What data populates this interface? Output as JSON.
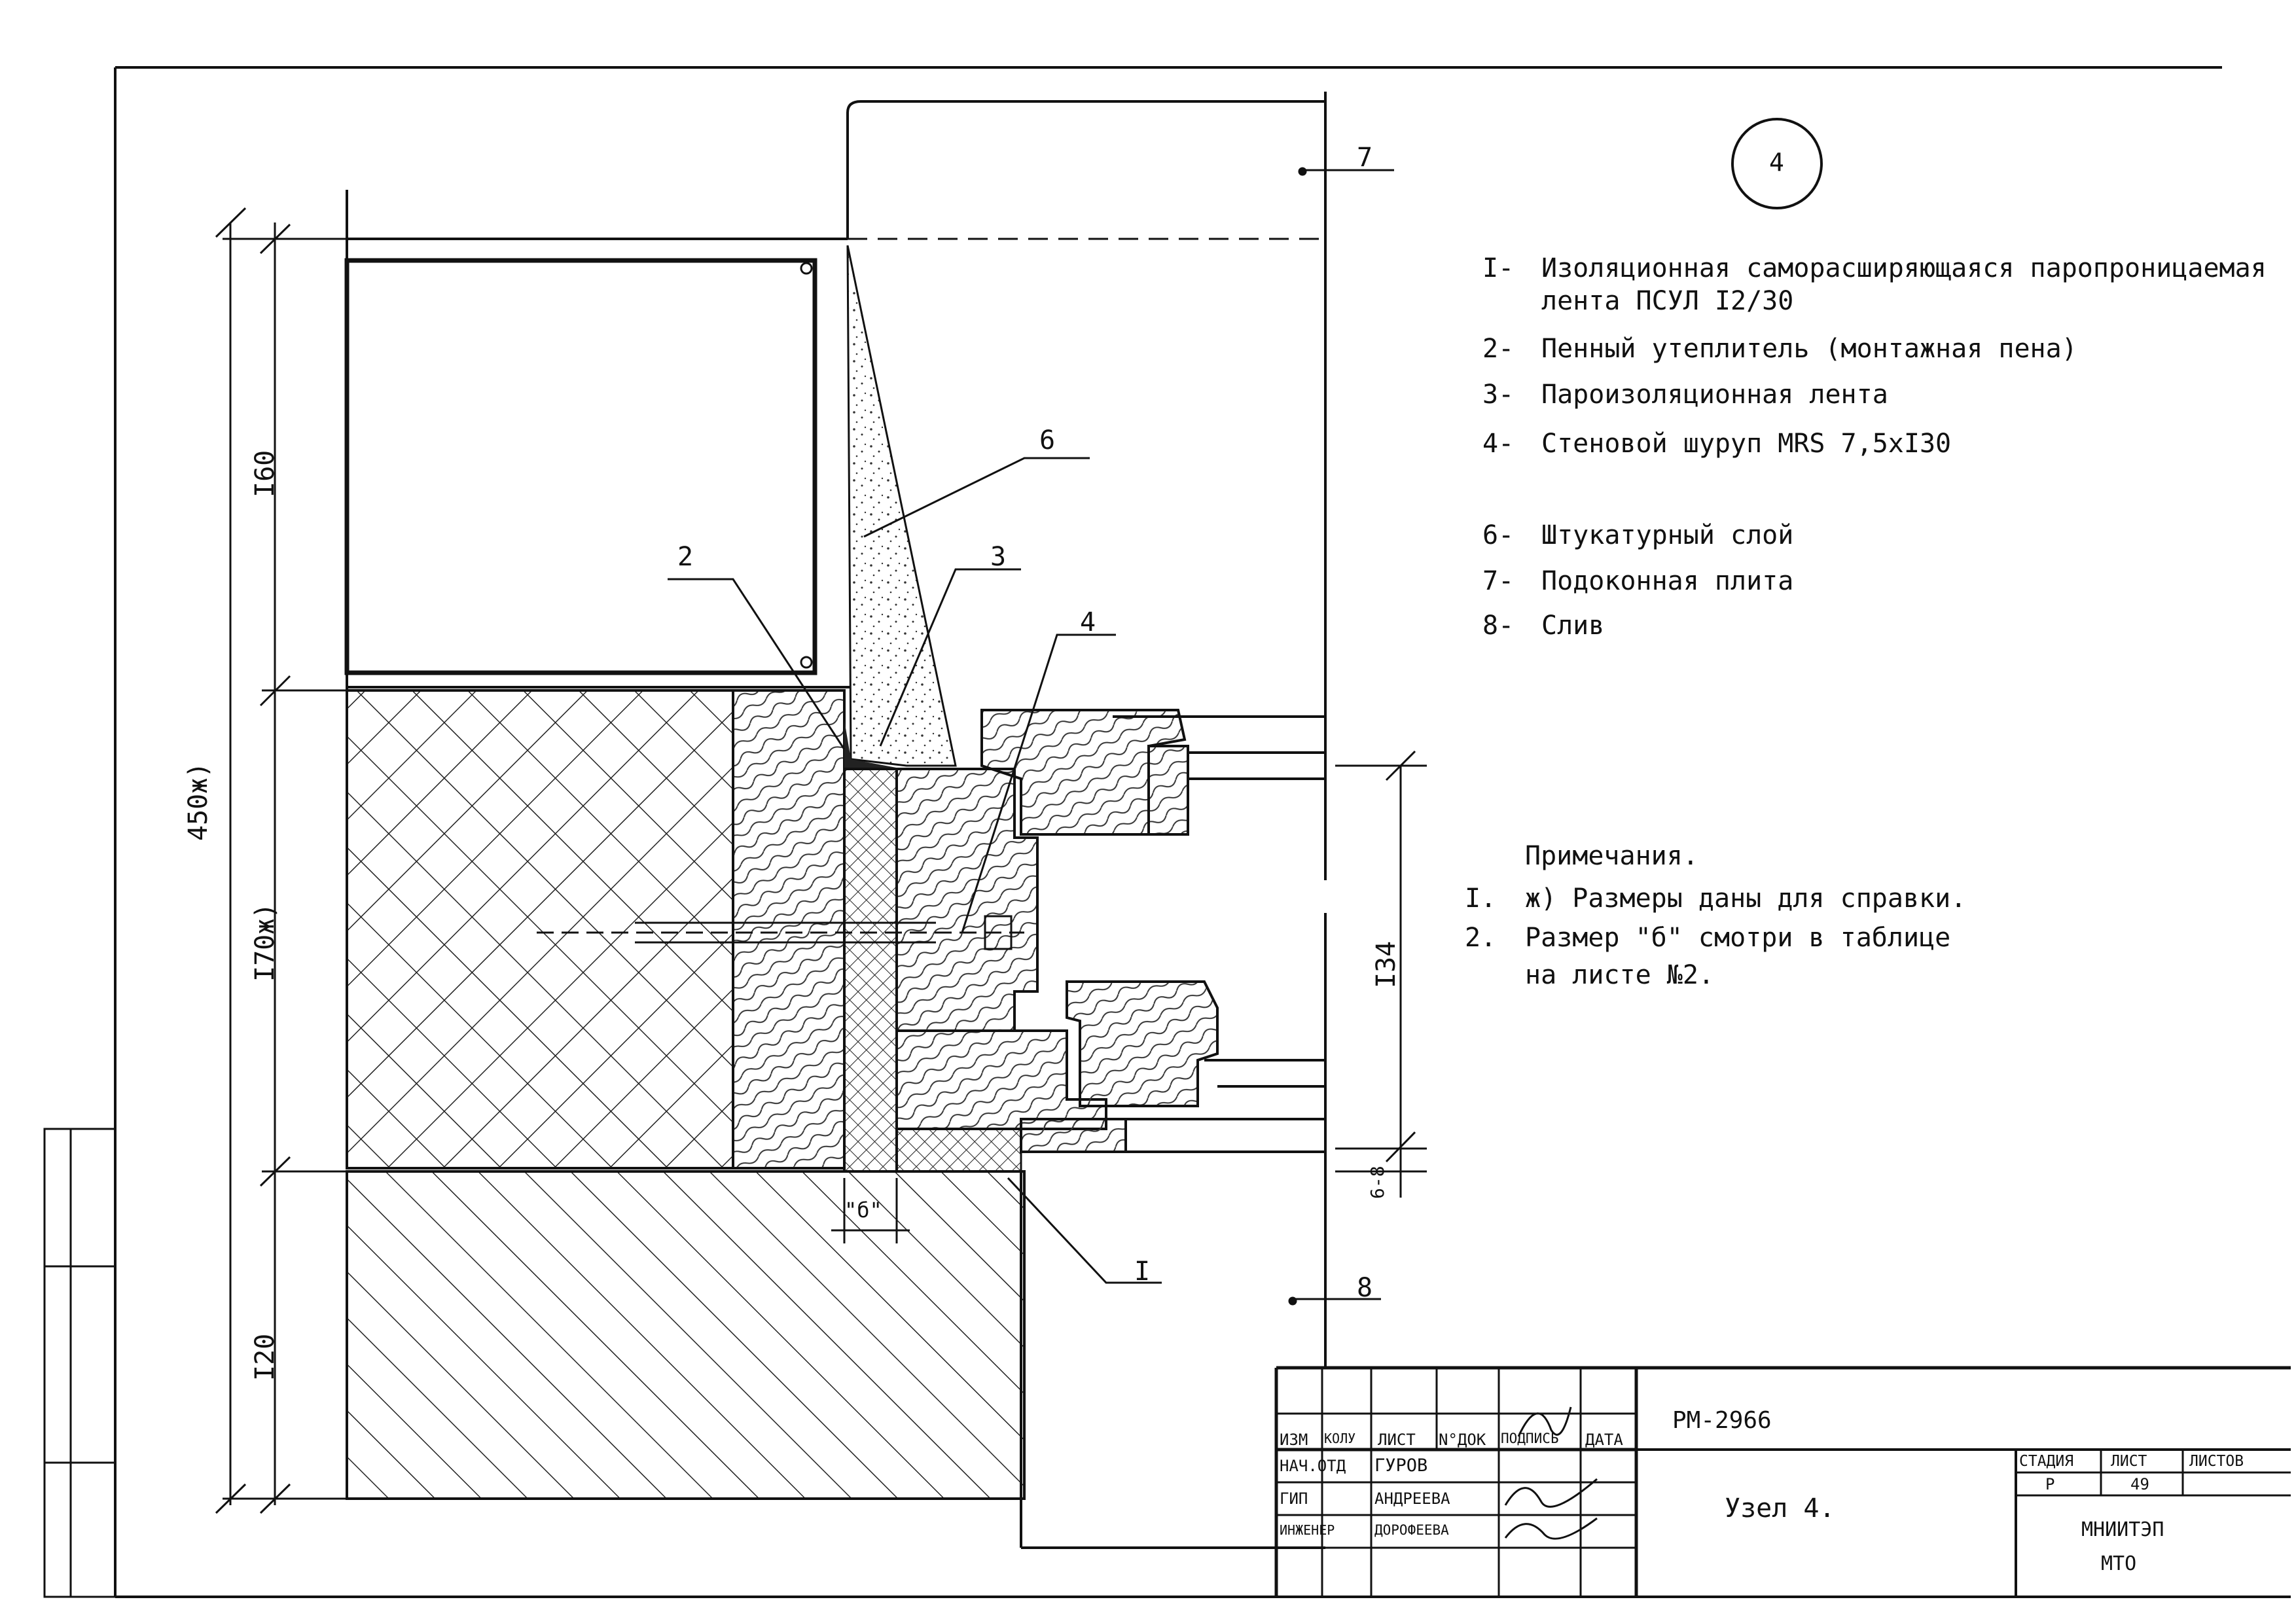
{
  "node_marker": "4",
  "legend": [
    {
      "num": "I-",
      "text": "Изоляционная саморасширяющаяся паропроницаемая",
      "text2": "лента ПСУЛ I2/30"
    },
    {
      "num": "2-",
      "text": "Пенный утеплитель (монтажная пена)"
    },
    {
      "num": "3-",
      "text": "Пароизоляционная лента"
    },
    {
      "num": "4-",
      "text": "Стеновой шуруп MRS 7,5хI30"
    },
    {
      "num": "6-",
      "text": "Штукатурный слой"
    },
    {
      "num": "7-",
      "text": "Подоконная плита"
    },
    {
      "num": "8-",
      "text": "Слив"
    }
  ],
  "notes": {
    "title": "Примечания.",
    "items": [
      {
        "num": "I.",
        "text": "ж) Размеры даны для справки."
      },
      {
        "num": "2.",
        "text": "Размер \"б\" смотри в таблице",
        "text2": "на листе №2."
      }
    ]
  },
  "dimensions": {
    "d450": "450ж)",
    "d160": "I60",
    "d170": "I70ж)",
    "d120": "I20",
    "d134": "I34",
    "d68": "6-8",
    "db": "\"б\""
  },
  "callouts": {
    "c1": "I",
    "c2": "2",
    "c3": "3",
    "c4": "4",
    "c6": "6",
    "c7": "7",
    "c8": "8"
  },
  "title_block": {
    "doc_code": "РМ-2966",
    "title": "Узел 4.",
    "headers": [
      "ИЗМ",
      "КОЛУ",
      "ЛИСТ",
      "N°ДОК",
      "ПОДПИСЬ",
      "ДАТА"
    ],
    "rows": [
      {
        "role": "НАЧ.ОТД",
        "name": "ГУРОВ"
      },
      {
        "role": "ГИП",
        "name": "АНДРЕЕВА"
      },
      {
        "role": "ИНЖЕНЕР",
        "name": "ДОРОФЕЕВА"
      }
    ],
    "stage_label": "СТАДИЯ",
    "sheet_label": "ЛИСТ",
    "sheets_label": "ЛИСТОВ",
    "stage": "Р",
    "sheet": "49",
    "org_line1": "МНИИТЭП",
    "org_line2": "МТО"
  }
}
